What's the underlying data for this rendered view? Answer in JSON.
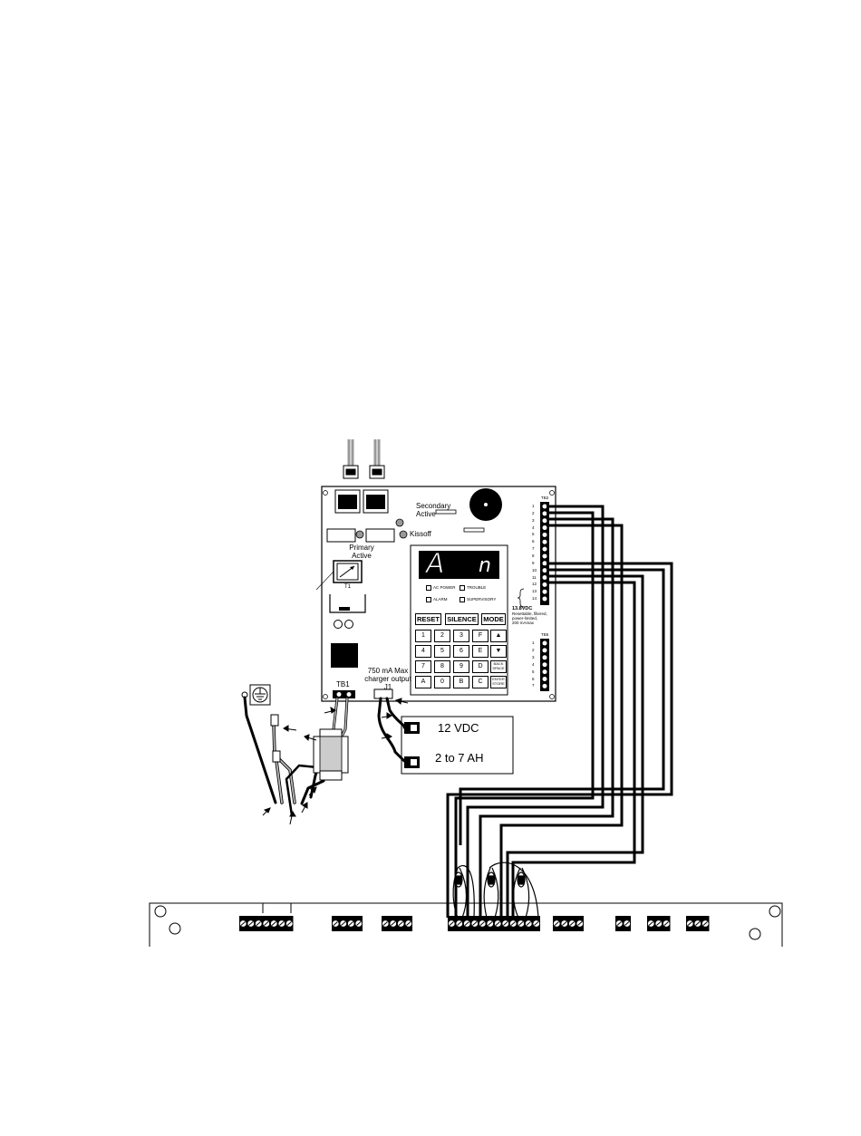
{
  "panel": {
    "secondary_active": "Secondary\nActive",
    "kissoff": "Kissoff",
    "primary_active": "Primary\nActive",
    "t1": "T1",
    "tb1": "TB1",
    "charger_line1": "750 mA Max",
    "charger_line2": "charger output",
    "j1": "J1",
    "tb_top": "TB2",
    "tb_bottom": "TB5",
    "power_note_bold": "13.8VDC",
    "power_note_line1": "Resettable, filtered,",
    "power_note_line2": "power-limited,",
    "power_note_line3": "200 mAmax"
  },
  "display": {
    "left_char": "A",
    "right_char": "n"
  },
  "leds": {
    "ac_power": "AC POWER",
    "trouble": "TROUBLE",
    "alarm": "ALARM",
    "supervisory": "SUPERVISORY"
  },
  "keys": {
    "reset": "RESET",
    "silence": "SILENCE",
    "mode": "MODE",
    "k1": "1",
    "k2": "2",
    "k3": "3",
    "kF": "F",
    "kup": "▲",
    "k4": "4",
    "k5": "5",
    "k6": "6",
    "kE": "E",
    "kdown": "▼",
    "k7": "7",
    "k8": "8",
    "k9": "9",
    "kD": "D",
    "kback": "BACK\nSPACE",
    "kA": "A",
    "k0": "0",
    "kB": "B",
    "kC": "C",
    "kenter": "ENTER\nSTORE"
  },
  "terminal_numbers_top": [
    "1",
    "2",
    "3",
    "4",
    "5",
    "6",
    "7",
    "8",
    "9",
    "10",
    "11",
    "12",
    "13",
    "14"
  ],
  "terminal_numbers_bottom": [
    "1",
    "2",
    "3",
    "4",
    "5",
    "6",
    "7"
  ],
  "battery": {
    "voltage": "12 VDC",
    "capacity": "2 to 7 AH"
  }
}
